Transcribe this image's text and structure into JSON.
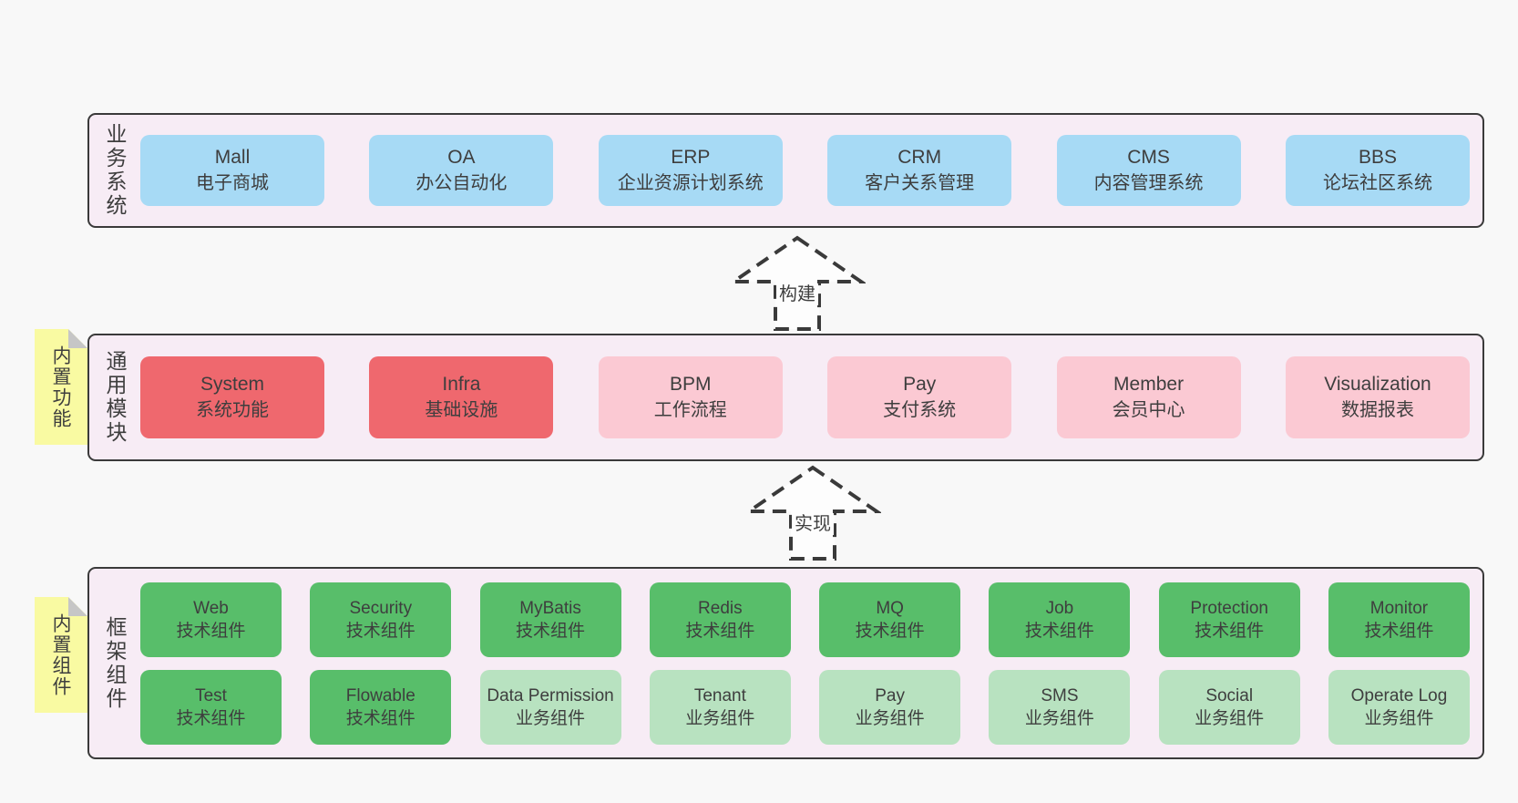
{
  "colors": {
    "page-bg": "#f8f8f8",
    "band-bg": "#f7ecf5",
    "line": "#3a3a3a",
    "text": "#3e3e3e",
    "blue": "#a7daf5",
    "red": "#ef686e",
    "pink": "#fbc9d3",
    "green": "#58be6a",
    "lightgreen": "#b8e2c0",
    "sticky": "#f9faa2",
    "sticky-fold": "#c6c6c6",
    "arrow-fill": "#fdfdfd"
  },
  "bands": [
    {
      "label": "业务系统",
      "rows": [
        [
          {
            "title": "Mall",
            "subtitle": "电子商城",
            "variant": "blue"
          },
          {
            "title": "OA",
            "subtitle": "办公自动化",
            "variant": "blue"
          },
          {
            "title": "ERP",
            "subtitle": "企业资源计划系统",
            "variant": "blue"
          },
          {
            "title": "CRM",
            "subtitle": "客户关系管理",
            "variant": "blue"
          },
          {
            "title": "CMS",
            "subtitle": "内容管理系统",
            "variant": "blue"
          },
          {
            "title": "BBS",
            "subtitle": "论坛社区系统",
            "variant": "blue"
          }
        ]
      ]
    },
    {
      "label": "通用模块",
      "note": "内置功能",
      "rows": [
        [
          {
            "title": "System",
            "subtitle": "系统功能",
            "variant": "red"
          },
          {
            "title": "Infra",
            "subtitle": "基础设施",
            "variant": "red"
          },
          {
            "title": "BPM",
            "subtitle": "工作流程",
            "variant": "pink"
          },
          {
            "title": "Pay",
            "subtitle": "支付系统",
            "variant": "pink"
          },
          {
            "title": "Member",
            "subtitle": "会员中心",
            "variant": "pink"
          },
          {
            "title": "Visualization",
            "subtitle": "数据报表",
            "variant": "pink"
          }
        ]
      ]
    },
    {
      "label": "框架组件",
      "note": "内置组件",
      "rows": [
        [
          {
            "title": "Web",
            "subtitle": "技术组件",
            "variant": "green"
          },
          {
            "title": "Security",
            "subtitle": "技术组件",
            "variant": "green"
          },
          {
            "title": "MyBatis",
            "subtitle": "技术组件",
            "variant": "green"
          },
          {
            "title": "Redis",
            "subtitle": "技术组件",
            "variant": "green"
          },
          {
            "title": "MQ",
            "subtitle": "技术组件",
            "variant": "green"
          },
          {
            "title": "Job",
            "subtitle": "技术组件",
            "variant": "green"
          },
          {
            "title": "Protection",
            "subtitle": "技术组件",
            "variant": "green"
          },
          {
            "title": "Monitor",
            "subtitle": "技术组件",
            "variant": "green"
          }
        ],
        [
          {
            "title": "Test",
            "subtitle": "技术组件",
            "variant": "green"
          },
          {
            "title": "Flowable",
            "subtitle": "技术组件",
            "variant": "green"
          },
          {
            "title": "Data Permission",
            "subtitle": "业务组件",
            "variant": "lightgreen"
          },
          {
            "title": "Tenant",
            "subtitle": "业务组件",
            "variant": "lightgreen"
          },
          {
            "title": "Pay",
            "subtitle": "业务组件",
            "variant": "lightgreen"
          },
          {
            "title": "SMS",
            "subtitle": "业务组件",
            "variant": "lightgreen"
          },
          {
            "title": "Social",
            "subtitle": "业务组件",
            "variant": "lightgreen"
          },
          {
            "title": "Operate Log",
            "subtitle": "业务组件",
            "variant": "lightgreen"
          }
        ]
      ]
    }
  ],
  "arrows": [
    {
      "label": "构建"
    },
    {
      "label": "实现"
    }
  ]
}
